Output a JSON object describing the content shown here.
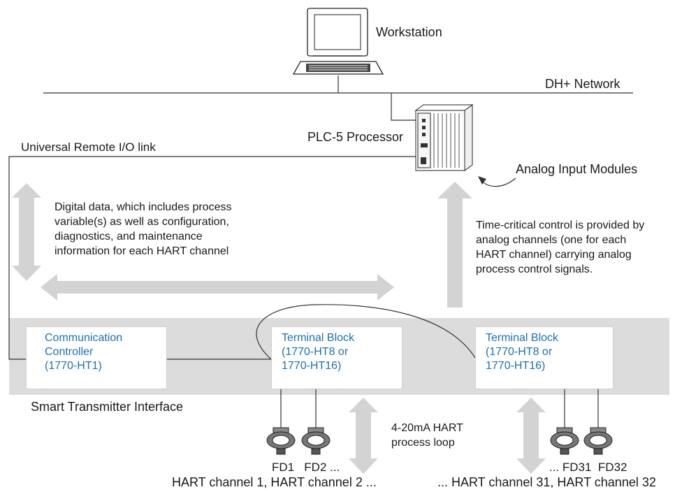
{
  "labels": {
    "workstation": "Workstation",
    "dh_network": "DH+ Network",
    "plc_processor": "PLC-5 Processor",
    "remote_io_link": "Universal Remote I/O link",
    "analog_input_modules": "Analog Input Modules",
    "smart_transmitter_interface": "Smart Transmitter Interface",
    "process_loop": [
      "4-20mA HART",
      "process loop"
    ],
    "fd_left": "FD1   FD2 ...",
    "fd_right": "... FD31  FD32",
    "hart_left": "HART channel 1, HART channel 2 ...",
    "hart_right": "... HART channel 31, HART channel 32"
  },
  "notes": {
    "digital_data": [
      "Digital data, which includes process",
      "variable(s) as well as configuration,",
      "diagnostics, and maintenance",
      "information for each HART channel"
    ],
    "time_critical": [
      "Time-critical control is provided by",
      "analog channels (one for each",
      "HART channel) carrying analog",
      "process control signals."
    ]
  },
  "boxes": {
    "comm_controller": [
      "Communication",
      "Controller",
      "(1770-HT1)"
    ],
    "terminal_block_1": [
      "Terminal Block",
      "(1770-HT8 or",
      "1770-HT16)"
    ],
    "terminal_block_2": [
      "Terminal Block",
      "(1770-HT8 or",
      "1770-HT16)"
    ]
  },
  "colors": {
    "box_text": "#1f6fae",
    "band": "#dcdcdc",
    "arrow": "#d3d3d3",
    "line": "#333333"
  }
}
